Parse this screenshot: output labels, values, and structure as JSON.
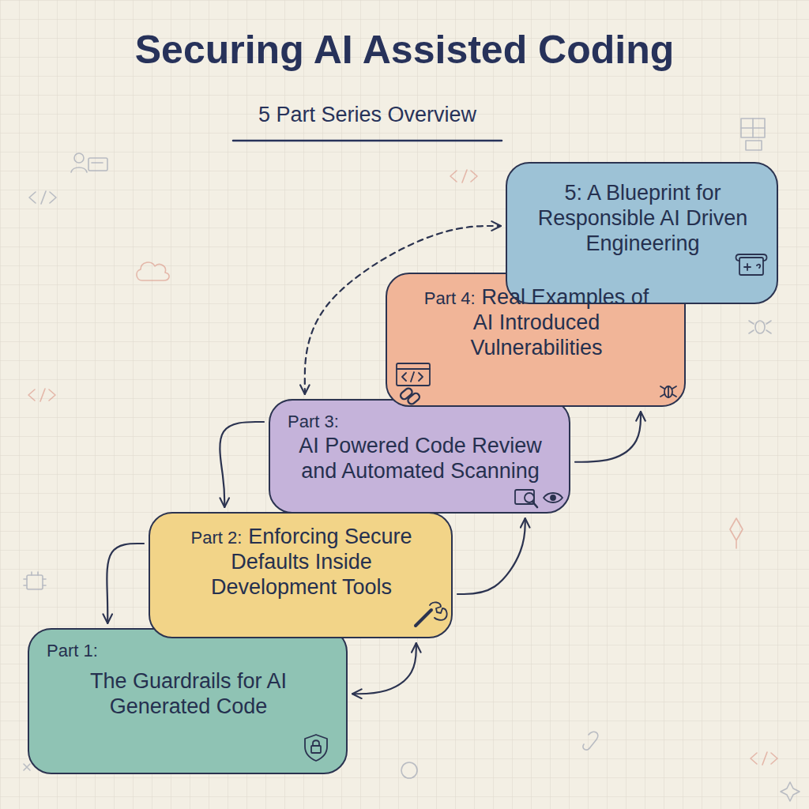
{
  "diagram": {
    "title": "Securing AI Assisted Coding",
    "nodes": [
      {
        "text": [
          "Part 1:",
          "The Guardrails for AI Generated Code"
        ]
      },
      {
        "text": [
          "Part 2:",
          "Enforcing Secure Defaults Inside Development Tools"
        ]
      },
      {
        "text": [
          "Part 3:",
          "AI Powered Code Review and Automated Scanning"
        ]
      },
      {
        "text": [
          "Part 4:",
          "Real Examples of AI Introduced Vulnerabilities"
        ]
      },
      {
        "text": [
          "5: A Blueprint for Responsible AI Driven Engineering"
        ]
      }
    ],
    "edges": [
      {
        "from": 0,
        "to": 1,
        "arrow": "both"
      },
      {
        "from": 1,
        "to": 2,
        "arrow": "to"
      },
      {
        "from": 2,
        "to": 3,
        "arrow": "to"
      },
      {
        "from": 2,
        "to": 1,
        "arrow": "to"
      },
      {
        "from": 1,
        "to": 0,
        "arrow": "to"
      },
      {
        "from": 2,
        "to": 4,
        "arrow": "both"
      }
    ],
    "labels": [
      "5 Part Series Overview"
    ]
  }
}
